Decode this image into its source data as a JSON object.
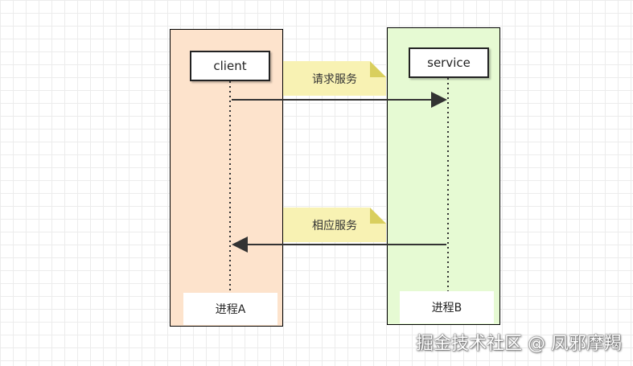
{
  "diagram": {
    "lanes": [
      {
        "id": "a",
        "actor": "client",
        "label": "进程A",
        "fill": "#fde3cc"
      },
      {
        "id": "b",
        "actor": "service",
        "label": "进程B",
        "fill": "#e6fad3"
      }
    ],
    "messages": [
      {
        "from": "client",
        "to": "service",
        "note": "请求服务"
      },
      {
        "from": "service",
        "to": "client",
        "note": "相应服务"
      }
    ],
    "note_color": "#f8f2b3",
    "grid_color": "#ececec"
  },
  "watermark": "掘金技术社区 @ 凤邪摩羯"
}
